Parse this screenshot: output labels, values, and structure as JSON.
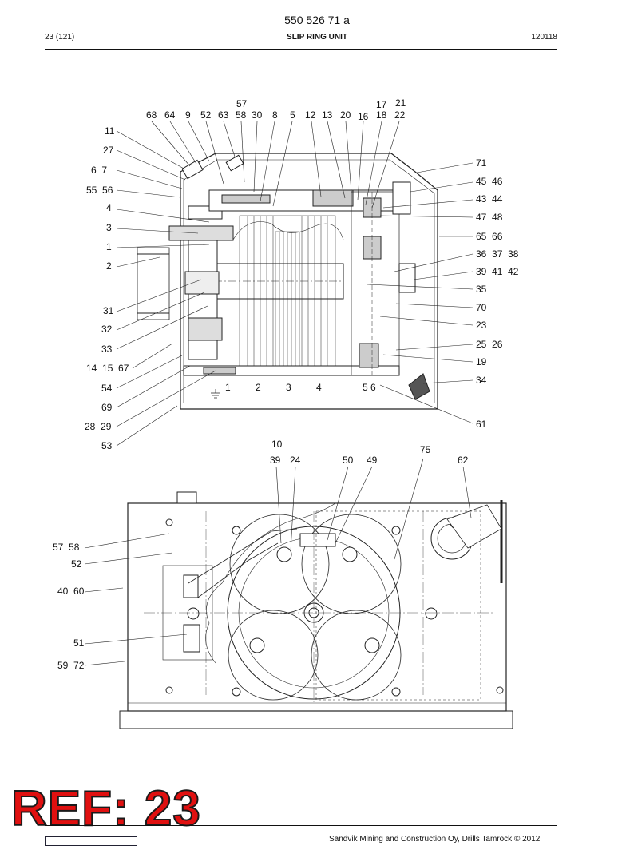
{
  "header": {
    "doc_number": "550 526 71 a",
    "page": "23 (121)",
    "title": "SLIP RING UNIT",
    "date": "120118"
  },
  "top_view_labels": {
    "top_row": [
      "68",
      "64",
      "9",
      "52",
      "63",
      "58",
      "30",
      "8",
      "5",
      "12",
      "13",
      "20",
      "16",
      "18",
      "22"
    ],
    "upper_row": [
      "57",
      "17",
      "21"
    ],
    "left_side": [
      "11",
      "27",
      "6  7",
      "55  56",
      "4",
      "3",
      "1",
      "2",
      "31",
      "32",
      "33",
      "14  15  67",
      "54",
      "69",
      "28  29",
      "53"
    ],
    "right_side": [
      "71",
      "45  46",
      "43  44",
      "47  48",
      "65  66",
      "36  37  38",
      "39  41  42",
      "35",
      "70",
      "23",
      "25  26",
      "19",
      "34",
      "61"
    ],
    "inner": [
      "1",
      "2",
      "3",
      "4",
      "5 6"
    ]
  },
  "bottom_view_labels": {
    "top_row": [
      "10",
      "39",
      "24",
      "50",
      "49",
      "75",
      "62"
    ],
    "left_side": [
      "57  58",
      "52",
      "40  60",
      "51",
      "59  72"
    ]
  },
  "ref_stamp": "REF: 23",
  "footer": "Sandvik Mining and Construction Oy, Drills Tamrock © 2012"
}
